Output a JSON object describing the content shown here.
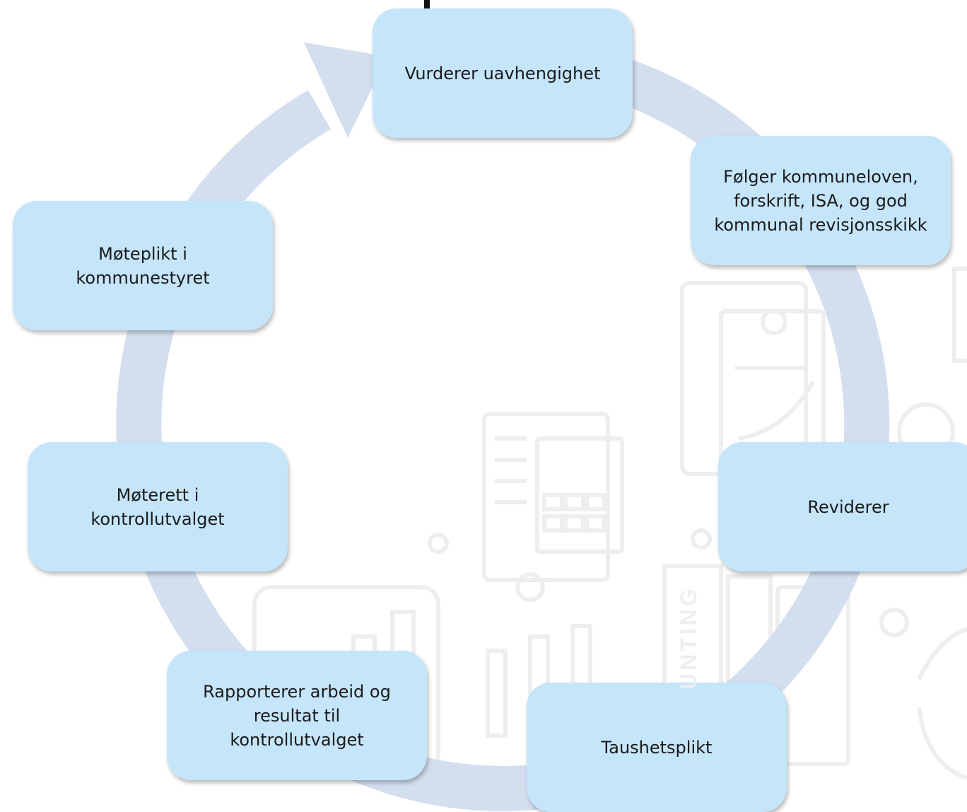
{
  "colors": {
    "node_fill": "#c5e5fb",
    "cycle_arrow": "#d3deef",
    "watermark": "#efefef"
  },
  "diagram": {
    "type": "cycle",
    "nodes": [
      {
        "label": "Vurderer uavhengighet"
      },
      {
        "label": "Følger kommuneloven,\nforskrift, ISA, og god\nkommunal revisjonsskikk"
      },
      {
        "label": "Reviderer"
      },
      {
        "label": "Taushetsplikt"
      },
      {
        "label": "Rapporterer arbeid og\nresultat til\nkontrollutvalget"
      },
      {
        "label": "Møterett i\nkontrollutvalget"
      },
      {
        "label": "Møteplikt i\nkommunestyret"
      }
    ]
  },
  "background": {
    "watermark_text": "UNTING"
  }
}
